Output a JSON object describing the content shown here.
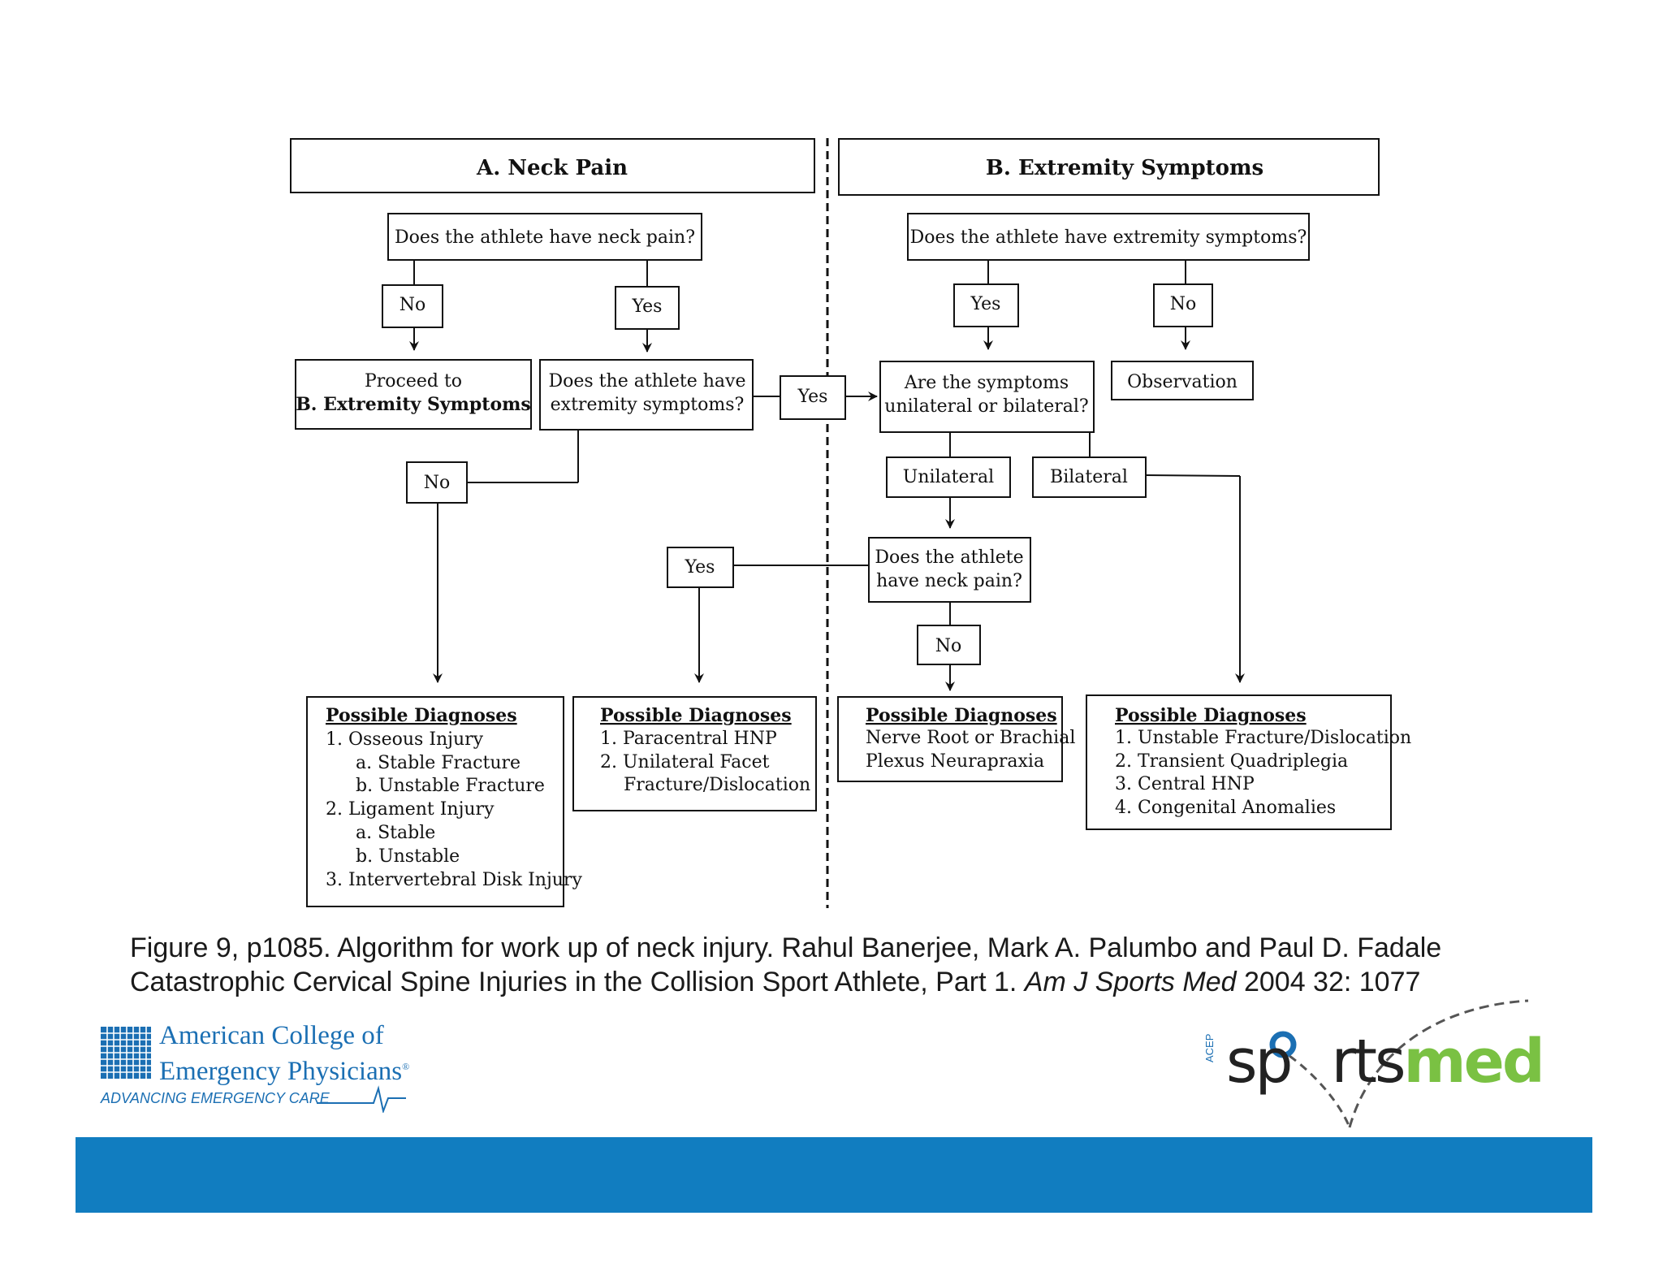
{
  "diagram": {
    "section_a_title": "A. Neck Pain",
    "section_b_title": "B. Extremity Symptoms",
    "q_neck_pain": "Does the athlete have neck pain?",
    "a_no_1": "No",
    "a_yes_1": "Yes",
    "proceed_line1": "Proceed to",
    "proceed_line2": "B. Extremity Symptoms",
    "q_extremity_a_line1": "Does the athlete have",
    "q_extremity_a_line2": "extremity symptoms?",
    "a_no_2": "No",
    "mid_yes": "Yes",
    "q_extremity_b": "Does the athlete have extremity symptoms?",
    "b_yes": "Yes",
    "b_no": "No",
    "observation": "Observation",
    "q_lateral_line1": "Are the symptoms",
    "q_lateral_line2": "unilateral or bilateral?",
    "unilateral": "Unilateral",
    "bilateral": "Bilateral",
    "q_neck2_line1": "Does the athlete",
    "q_neck2_line2": "have neck pain?",
    "b_yes_2": "Yes",
    "b_no_2": "No",
    "dx_heading": "Possible Diagnoses",
    "dx1": [
      "1. Osseous Injury",
      "a. Stable Fracture",
      "b. Unstable Fracture",
      "2. Ligament Injury",
      "a. Stable",
      "b. Unstable",
      "3. Intervertebral Disk Injury"
    ],
    "dx2": [
      "1. Paracentral HNP",
      "2. Unilateral Facet",
      "Fracture/Dislocation"
    ],
    "dx3": [
      "Nerve Root or Brachial",
      "Plexus Neurapraxia"
    ],
    "dx4": [
      "1. Unstable Fracture/Dislocation",
      "2. Transient Quadriplegia",
      "3. Central HNP",
      "4. Congenital Anomalies"
    ]
  },
  "caption": {
    "line1": "Figure 9, p1085. Algorithm for work up of neck injury.  Rahul Banerjee, Mark A. Palumbo and Paul D. Fadale",
    "line2_plain": "Catastrophic Cervical Spine Injuries in the Collision Sport Athlete, Part 1. ",
    "line2_italic": "Am J Sports Med",
    "line2_end": " 2004 32: 1077"
  },
  "logos": {
    "acep_line1": "American College of",
    "acep_line2": "Emergency Physicians",
    "acep_reg": "®",
    "acep_tagline": "ADVANCING EMERGENCY CARE",
    "sm_acep": "ACEP",
    "sm_part1": "sp",
    "sm_part2": "rts",
    "sm_part3": "med"
  },
  "colors": {
    "footer_bar": "#117dc0",
    "acep_blue": "#1b6fb3",
    "sportsmed_green": "#7ac143"
  }
}
